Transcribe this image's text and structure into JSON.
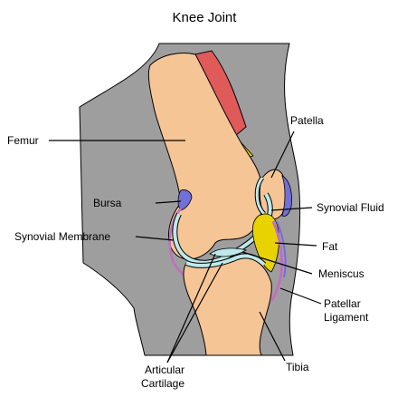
{
  "title": "Knee Joint",
  "labels": {
    "femur": "Femur",
    "patella": "Patella",
    "bursa": "Bursa",
    "synovial_fluid": "Synovial Fluid",
    "synovial_membrane": "Synovial Membrane",
    "fat": "Fat",
    "meniscus": "Meniscus",
    "patellar_ligament_line1": "Patellar",
    "patellar_ligament_line2": "Ligament",
    "tibia": "Tibia",
    "articular_cartilage_line1": "Articular",
    "articular_cartilage_line2": "Cartilage"
  },
  "colors": {
    "soft_tissue": "#9e9e9e",
    "bone": "#f6c596",
    "muscle": "#e05a5a",
    "cartilage": "#bfe8ea",
    "fat": "#e8d200",
    "bursa": "#7070d8",
    "membrane": "#c070c0",
    "outline": "#000000"
  }
}
